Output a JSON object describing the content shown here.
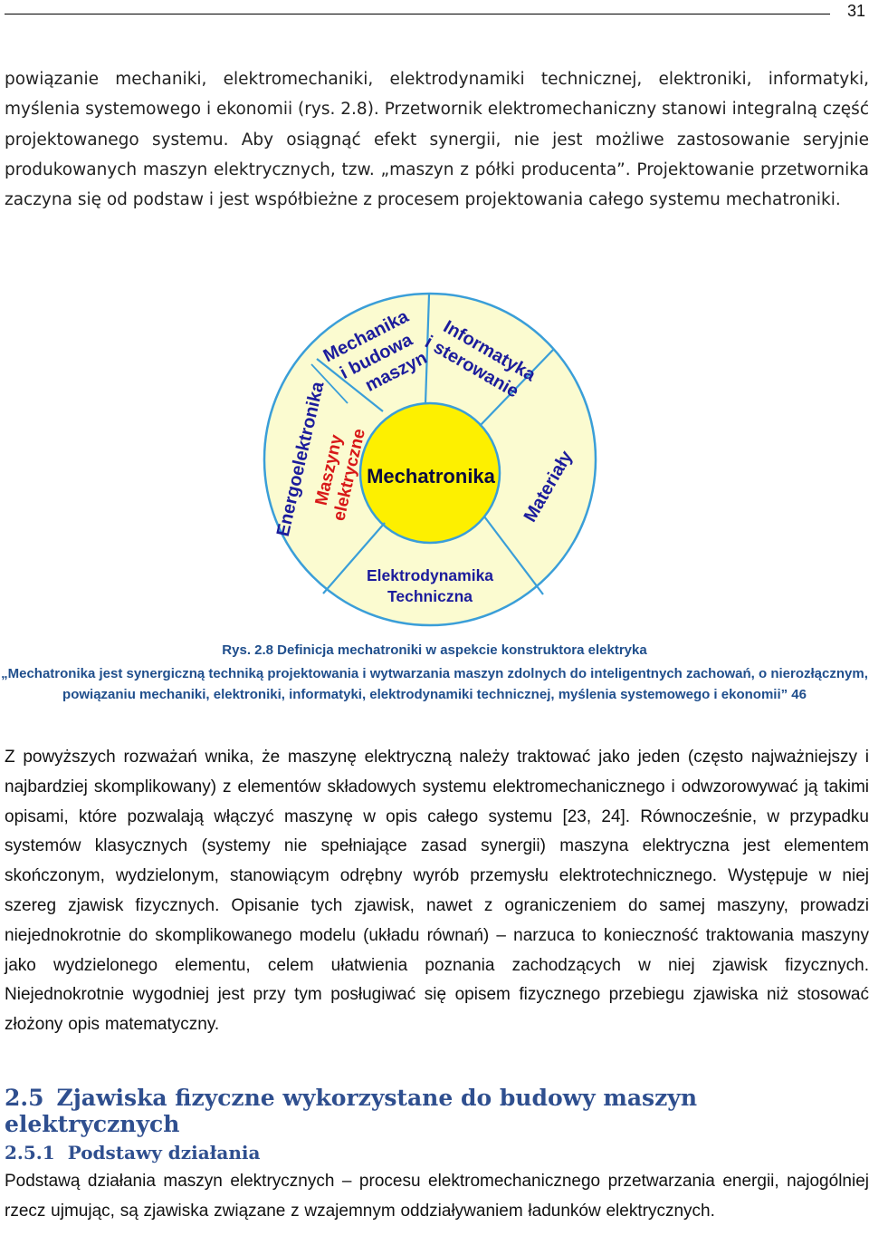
{
  "page": {
    "number": "31"
  },
  "intro_paragraph": "powiązanie mechaniki, elektromechaniki, elektrodynamiki technicznej, elektroniki, informatyki, myślenia systemowego i ekonomii (rys. 2.8). Przetwornik elektromechaniczny stanowi integralną część projektowanego systemu. Aby osiągnąć efekt synergii, nie jest możliwe zastosowanie seryjnie produkowanych maszyn elektrycznych, tzw. „maszyn z półki producenta”. Projektowanie przetwornika zaczyna się od podstaw i jest współbieżne z procesem projektowania całego systemu mechatroniki.",
  "diagram": {
    "center": "Mechatronika",
    "segments": {
      "mechanika": [
        "Mechanika",
        "i budowa",
        "maszyn"
      ],
      "informatyka": [
        "Informatyka",
        "i sterowanie"
      ],
      "materialy": "Materiały",
      "elektrodynamika": [
        "Elektrodynamika",
        "Techniczna"
      ],
      "energoelektronika": "Energoelektronika",
      "maszyny": [
        "Maszyny",
        "elektryczne"
      ]
    },
    "colors": {
      "outer_fill": "#fbfbd0",
      "center_fill": "#fdf000",
      "stroke": "#3a9ed8",
      "label_blue": "#1c1c9c",
      "label_red": "#d81818"
    }
  },
  "figure_caption": {
    "title": "Rys. 2.8 Definicja mechatroniki w aspekcie konstruktora elektryka",
    "quote": "„Mechatronika jest synergiczną techniką projektowania i wytwarzania maszyn zdolnych do inteligentnych zachowań, o nierozłącznym, powiązaniu mechaniki, elektroniki, informatyki, elektrodynamiki technicznej, myślenia systemowego i ekonomii” 46"
  },
  "body_paragraph_1": "Z powyższych rozważań wnika, że maszynę elektryczną należy traktować jako jeden (często najważniejszy i najbardziej skomplikowany) z elementów składowych systemu elektromechanicznego i odwzorowywać ją takimi opisami, które pozwalają włączyć maszynę w opis całego systemu [23, 24]. Równocześnie, w przypadku systemów klasycznych (systemy nie spełniające zasad synergii) maszyna elektryczna jest elementem skończonym, wydzielonym, stanowiącym odrębny wyrób przemysłu elektrotechnicznego. Występuje w niej szereg zjawisk fizycznych. Opisanie tych zjawisk, nawet z ograniczeniem do samej maszyny, prowadzi niejednokrotnie do skomplikowanego modelu (układu równań) – narzuca to konieczność traktowania maszyny jako wydzielonego elementu, celem ułatwienia poznania zachodzących w niej zjawisk fizycznych. Niejednokrotnie wygodniej jest przy tym posługiwać się opisem fizycznego przebiegu zjawiska niż stosować złożony opis matematyczny.",
  "section": {
    "number": "2.5",
    "title": "Zjawiska fizyczne wykorzystane do budowy maszyn elektrycznych"
  },
  "subsection": {
    "number": "2.5.1",
    "title": "Podstawy działania"
  },
  "body_paragraph_2": "Podstawą działania maszyn elektrycznych – procesu elektromechanicznego przetwarzania energii, najogólniej rzecz ujmując, są zjawiska związane z wzajemnym oddziaływaniem ładunków elektrycznych."
}
